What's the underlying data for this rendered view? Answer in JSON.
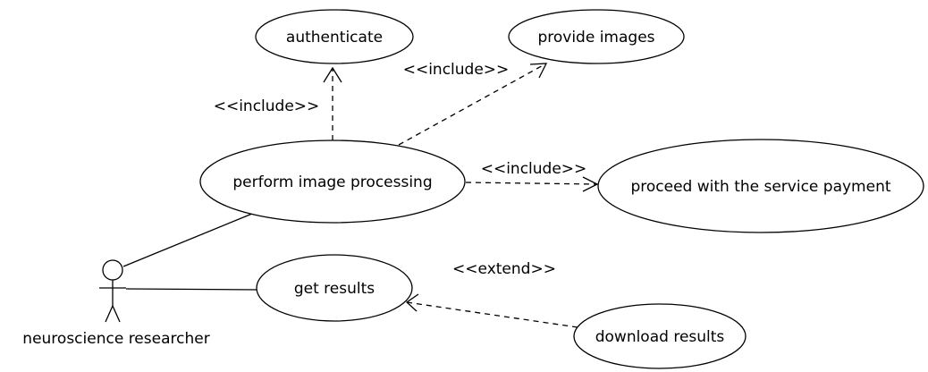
{
  "actor": {
    "name": "neuroscience researcher"
  },
  "use_cases": {
    "authenticate": "authenticate",
    "provide_images": "provide images",
    "perform_image_processing": "perform image processing",
    "proceed_with_payment": "proceed with the service payment",
    "get_results": "get results",
    "download_results": "download results"
  },
  "relationships": {
    "include_authenticate": "<<include>>",
    "include_provide_images": "<<include>>",
    "include_payment": "<<include>>",
    "extend_download": "<<extend>>"
  }
}
